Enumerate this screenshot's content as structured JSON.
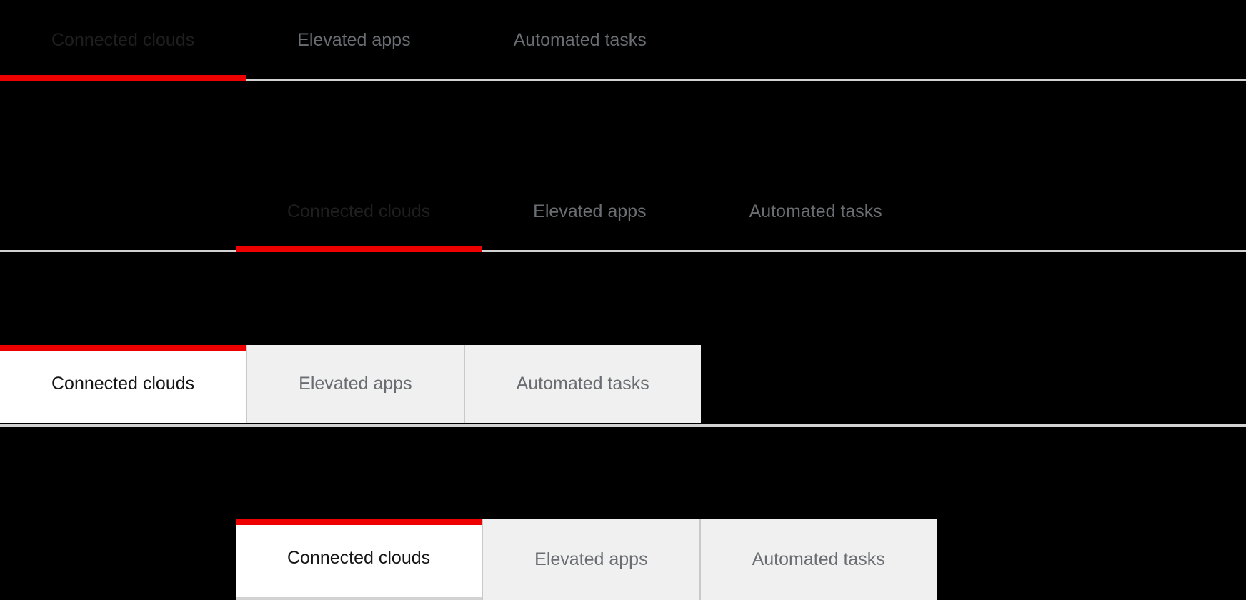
{
  "colors": {
    "background": "#000000",
    "active_text": "#1f1f1f",
    "box_active_text": "#151515",
    "inactive_text": "#6a6e73",
    "indicator_red": "#ee0000",
    "rule_gray": "#d2d2d2",
    "box_inactive_bg": "#f0f0f0",
    "box_active_bg": "#ffffff",
    "box_separator": "#c9c9c9"
  },
  "tab_groups": [
    {
      "name": "underline tabs, flush left",
      "variant": "underline",
      "active_tab": "Connected clouds",
      "tabs": [
        {
          "label": "Connected clouds",
          "active": true
        },
        {
          "label": "Elevated apps",
          "active": false
        },
        {
          "label": "Automated tasks",
          "active": false
        }
      ]
    },
    {
      "name": "underline tabs, inset",
      "variant": "underline",
      "active_tab": "Connected clouds",
      "tabs": [
        {
          "label": "Connected clouds",
          "active": true
        },
        {
          "label": "Elevated apps",
          "active": false
        },
        {
          "label": "Automated tasks",
          "active": false
        }
      ]
    },
    {
      "name": "box tabs, flush left",
      "variant": "box",
      "active_tab": "Connected clouds",
      "tabs": [
        {
          "label": "Connected clouds",
          "active": true
        },
        {
          "label": "Elevated apps",
          "active": false
        },
        {
          "label": "Automated tasks",
          "active": false
        }
      ]
    },
    {
      "name": "box tabs, inset",
      "variant": "box",
      "active_tab": "Connected clouds",
      "tabs": [
        {
          "label": "Connected clouds",
          "active": true
        },
        {
          "label": "Elevated apps",
          "active": false
        },
        {
          "label": "Automated tasks",
          "active": false
        }
      ]
    }
  ]
}
